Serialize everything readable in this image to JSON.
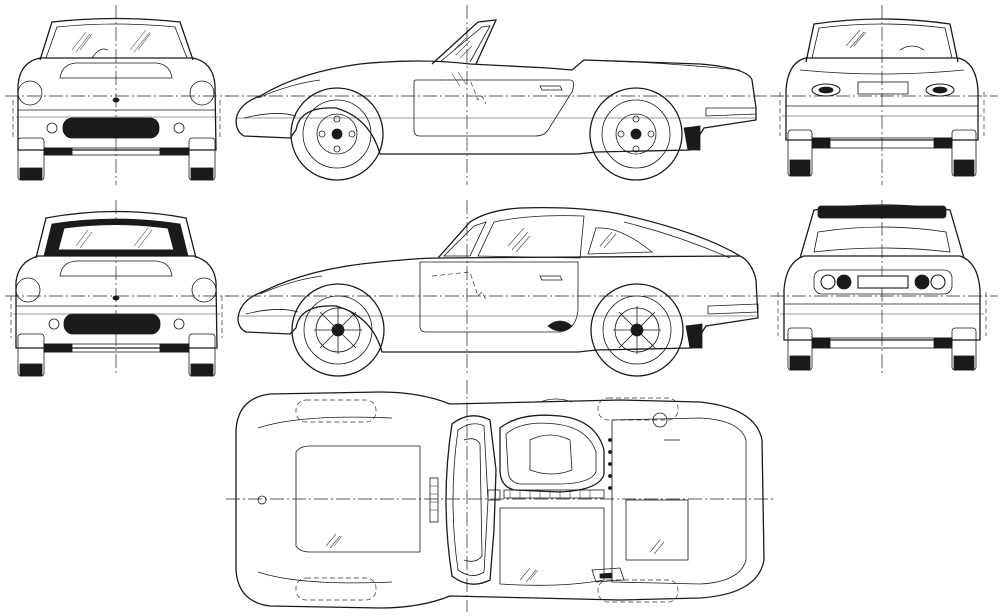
{
  "sheet": {
    "views": [
      "front-view-roadster",
      "side-view-roadster",
      "rear-view-roadster",
      "front-view-coupe",
      "side-view-coupe",
      "rear-view-coupe",
      "top-view-cutaway"
    ]
  },
  "colors": {
    "ink": "#1a1a1a",
    "paper": "#ffffff"
  }
}
